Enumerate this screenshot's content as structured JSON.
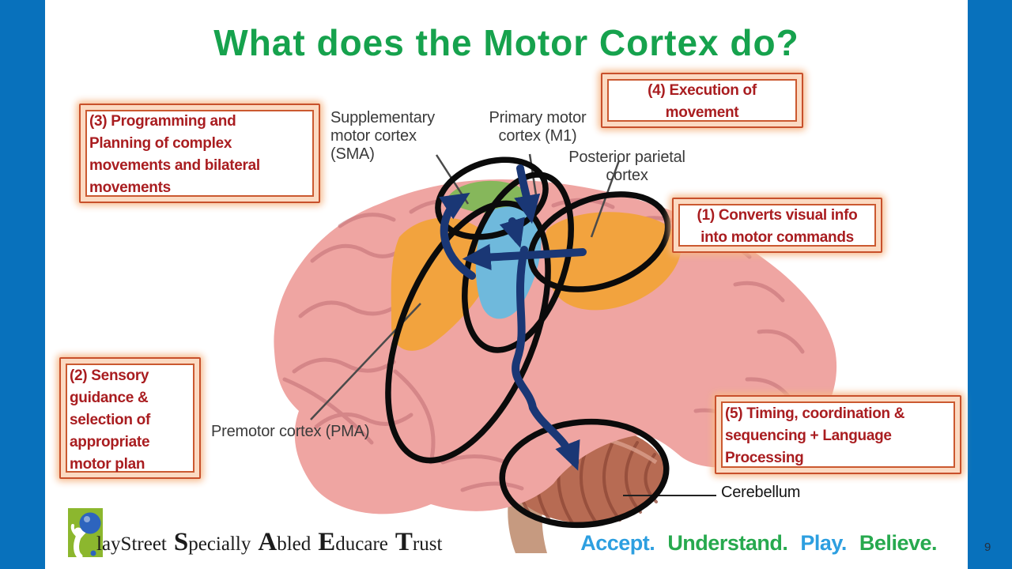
{
  "slide": {
    "title": "What does the Motor Cortex do?",
    "page_number": "9"
  },
  "callouts": [
    {
      "id": "1",
      "text": "(1) Converts visual info\ninto motor commands"
    },
    {
      "id": "2",
      "text": "(2) Sensory\nguidance &\nselection of\nappropriate\nmotor plan"
    },
    {
      "id": "3",
      "text": "(3) Programming and\nPlanning of complex\nmovements and bilateral\nmovements"
    },
    {
      "id": "4",
      "text": "(4) Execution of\nmovement"
    },
    {
      "id": "5",
      "text": "(5) Timing, coordination &\nsequencing + Language\nProcessing"
    }
  ],
  "brain_labels": {
    "sma": "Supplementary\nmotor cortex\n(SMA)",
    "m1": "Primary motor\ncortex (M1)",
    "posterior_parietal": "Posterior parietal\ncortex",
    "premotor": "Premotor cortex (PMA)",
    "cerebellum": "Cerebellum"
  },
  "footer": {
    "brand_pre": "layStreet",
    "brand_words": [
      {
        "initial": "S",
        "rest": "pecially"
      },
      {
        "initial": "A",
        "rest": "bled"
      },
      {
        "initial": "E",
        "rest": "ducare"
      },
      {
        "initial": "T",
        "rest": "rust"
      }
    ],
    "tagline_words": [
      {
        "text": "Accept."
      },
      {
        "text": "Understand."
      },
      {
        "text": "Play."
      },
      {
        "text": "Believe."
      }
    ]
  },
  "colors": {
    "side_bars": "#0871BC",
    "title_green": "#16A24D",
    "callout_border": "#C8502B",
    "callout_glow": "#FBDAC2",
    "callout_text": "#A91D20",
    "arrow_navy": "#1A3775",
    "annotation_black": "#0B0B0B",
    "tagline_blue": "#2D9FE0",
    "tagline_green": "#27A94E",
    "logo_green": "#8CB72E",
    "logo_ball_blue": "#2D64BE",
    "brain_pink": "#EFA5A2",
    "region_green": "#86B75B",
    "region_blue": "#6FB9DC",
    "region_orange": "#F2A33E",
    "cerebellum_brown": "#B76B53"
  }
}
